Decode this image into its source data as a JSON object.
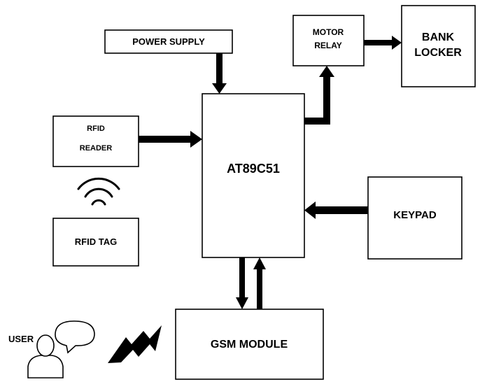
{
  "blocks": {
    "power_supply": "POWER SUPPLY",
    "motor_relay": [
      "MOTOR",
      "RELAY"
    ],
    "bank_locker": [
      "BANK",
      "LOCKER"
    ],
    "rfid_reader": [
      "RFID",
      "READER"
    ],
    "rfid_tag": "RFID TAG",
    "microcontroller": "AT89C51",
    "keypad": "KEYPAD",
    "gsm_module": "GSM MODULE",
    "user": "USER"
  },
  "icons": [
    "wireless-signal-icon",
    "user-person-icon",
    "speech-bubble-icon",
    "lightning-signal-icon"
  ]
}
